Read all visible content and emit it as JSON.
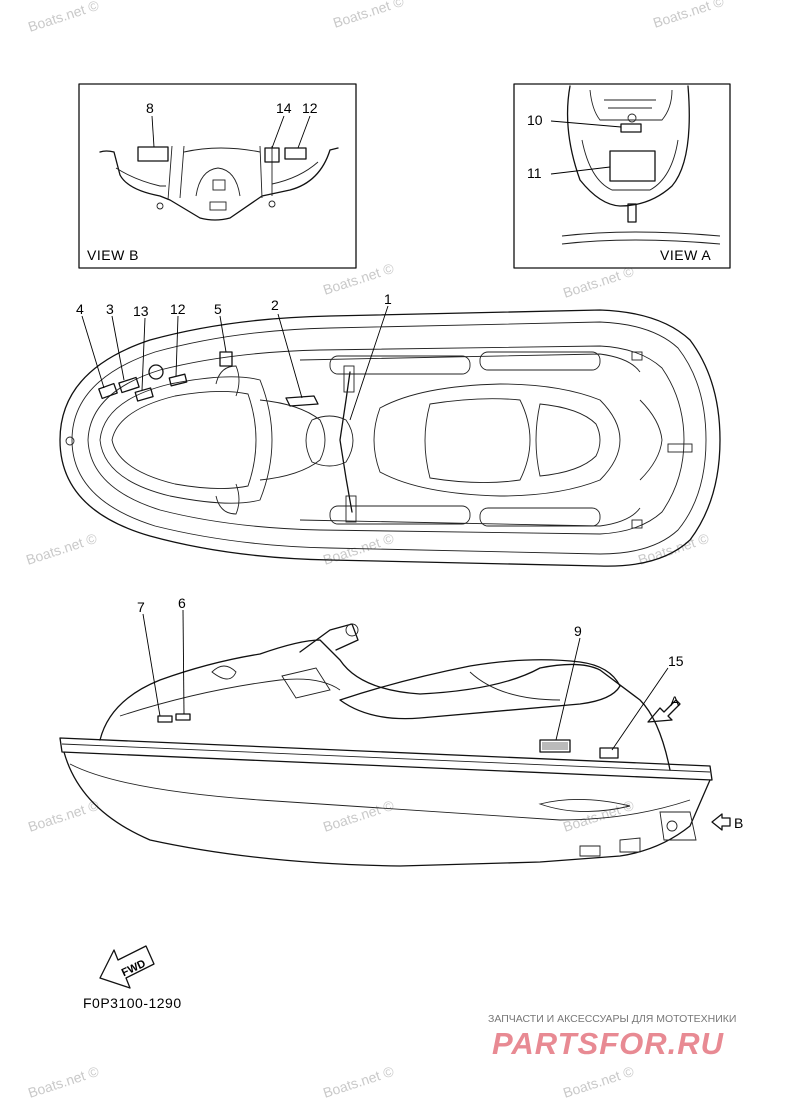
{
  "view_labels": {
    "view_b": "VIEW B",
    "view_a": "VIEW A",
    "arrow_a": "A",
    "arrow_b": "B"
  },
  "part_numbers": {
    "p1": "1",
    "p2": "2",
    "p3": "3",
    "p4": "4",
    "p5": "5",
    "p6": "6",
    "p7": "7",
    "p8": "8",
    "p9": "9",
    "p10": "10",
    "p11": "11",
    "p12_top": "12",
    "p12_viewb": "12",
    "p13": "13",
    "p14": "14",
    "p15": "15"
  },
  "fwd_label": "FWD",
  "figure_code": "F0P3100-1290",
  "watermark": "Boats.net ©",
  "brand": {
    "tagline": "ЗАПЧАСТИ И АКСЕССУАРЫ ДЛЯ МОТОТЕХНИКИ",
    "name": "PARTSFOR.RU"
  },
  "colors": {
    "line": "#111111",
    "watermark": "#c9c9c9",
    "brand_accent": "#e88a93"
  }
}
